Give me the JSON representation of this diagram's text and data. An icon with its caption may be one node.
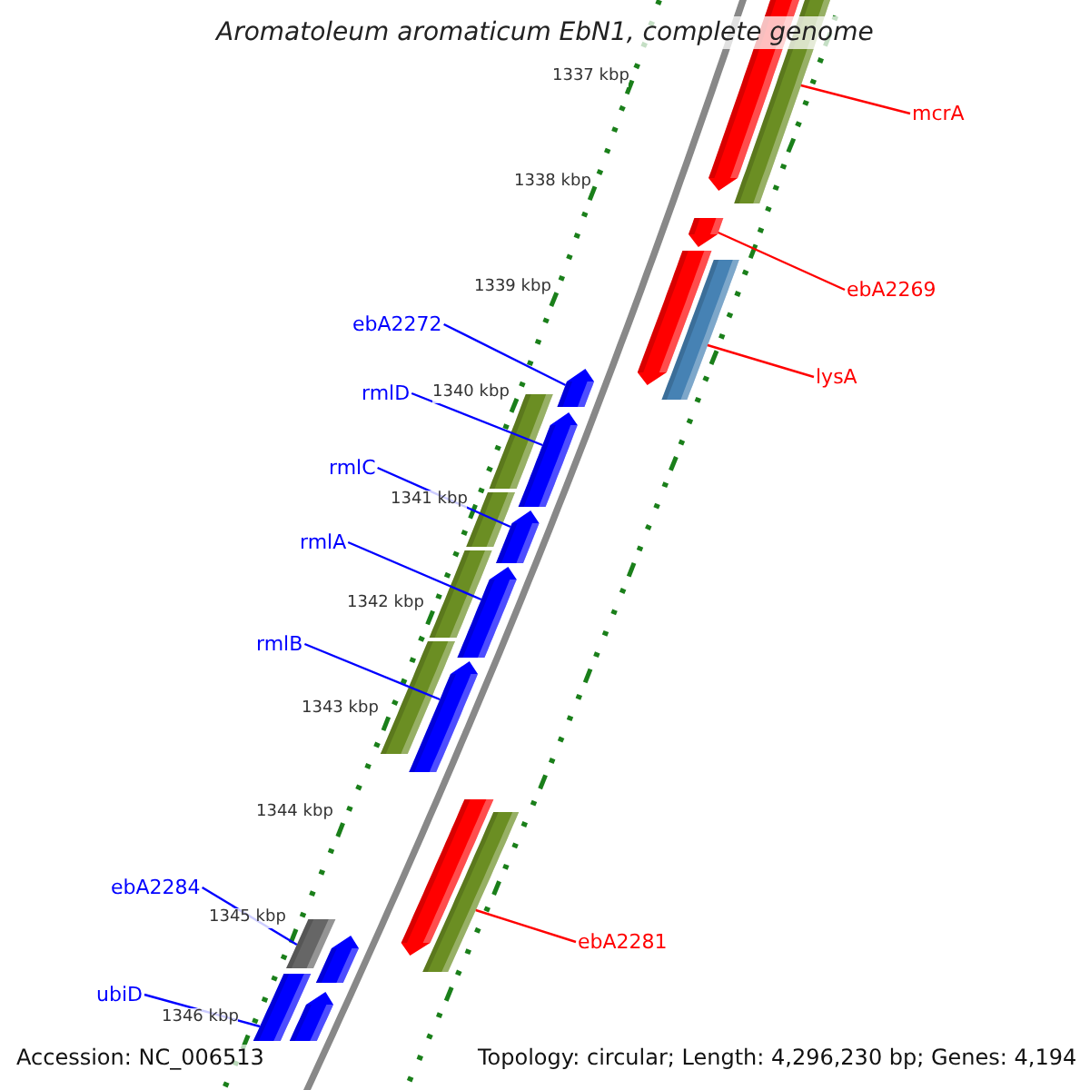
{
  "diagram": {
    "title": "Aromatoleum aromaticum EbN1, complete genome",
    "nodes": [
      {
        "text": [
          "mcrA"
        ]
      },
      {
        "text": [
          "ebA2269"
        ]
      },
      {
        "text": [
          "ebA2272"
        ]
      },
      {
        "text": [
          "lysA"
        ]
      },
      {
        "text": [
          "rmlD"
        ]
      },
      {
        "text": [
          "rmlC"
        ]
      },
      {
        "text": [
          "rmlA"
        ]
      },
      {
        "text": [
          "rmlB"
        ]
      },
      {
        "text": [
          "ebA2284"
        ]
      },
      {
        "text": [
          "ebA2281"
        ]
      },
      {
        "text": [
          "ubiD"
        ]
      },
      {
        "text": [],
        "shape": "pentagon"
      },
      {
        "text": [],
        "shape": "bar"
      },
      {
        "text": [],
        "shape": "pentagon"
      },
      {
        "text": [],
        "shape": "pentagon"
      },
      {
        "text": [],
        "shape": "bar"
      },
      {
        "text": [],
        "shape": "pentagon"
      },
      {
        "text": [],
        "shape": "bar"
      },
      {
        "text": [],
        "shape": "pentagon"
      },
      {
        "text": [],
        "shape": "bar"
      },
      {
        "text": [],
        "shape": "pentagon"
      },
      {
        "text": [],
        "shape": "bar"
      },
      {
        "text": [],
        "shape": "pentagon"
      },
      {
        "text": [],
        "shape": "bar"
      },
      {
        "text": [],
        "shape": "pentagon"
      },
      {
        "text": [],
        "shape": "pentagon"
      },
      {
        "text": [],
        "shape": "bar"
      },
      {
        "text": [],
        "shape": "bar"
      },
      {
        "text": [],
        "shape": "pentagon"
      },
      {
        "text": [],
        "shape": "bar"
      },
      {
        "text": [],
        "shape": "pentagon"
      }
    ],
    "edges": [
      {
        "from": 0,
        "to": 12,
        "arrow": "none",
        "color": "#ff0000"
      },
      {
        "from": 1,
        "to": 13,
        "arrow": "none",
        "color": "#ff0000"
      },
      {
        "from": 2,
        "to": 16,
        "arrow": "none"
      },
      {
        "from": 3,
        "to": 15,
        "arrow": "none",
        "color": "#ff0000"
      },
      {
        "from": 4,
        "to": 18,
        "arrow": "none"
      },
      {
        "from": 5,
        "to": 20,
        "arrow": "none"
      },
      {
        "from": 6,
        "to": 22,
        "arrow": "none"
      },
      {
        "from": 7,
        "to": 24,
        "arrow": "none"
      },
      {
        "from": 8,
        "to": 27,
        "arrow": "none"
      },
      {
        "from": 9,
        "to": 26,
        "arrow": "none",
        "color": "#ff0000"
      },
      {
        "from": 10,
        "to": 29,
        "arrow": "none"
      }
    ],
    "labels": [
      "1337 kbp",
      "1338 kbp",
      "1339 kbp",
      "1340 kbp",
      "1341 kbp",
      "1342 kbp",
      "1343 kbp",
      "1344 kbp",
      "1345 kbp",
      "1346 kbp",
      "Accession: NC_006513",
      "Topology: circular; Length: 4,296,230 bp; Genes: 4,194"
    ]
  }
}
